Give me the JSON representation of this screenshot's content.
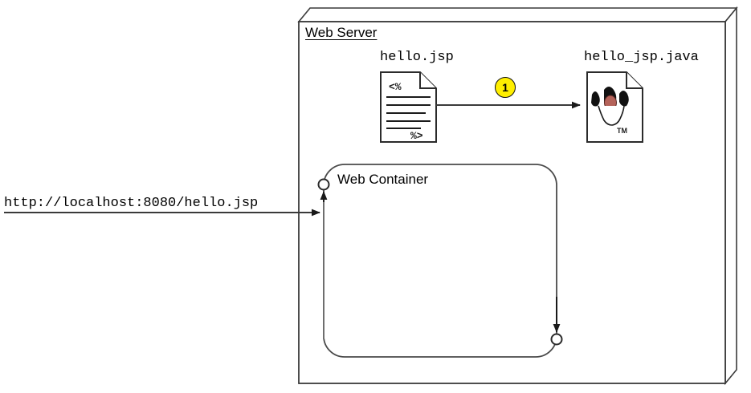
{
  "diagram": {
    "type": "jsp-request-lifecycle",
    "background_color": "#ffffff",
    "line_color": "#3a3a3a",
    "container": {
      "name": "web-server",
      "title": "Web Server",
      "style": "3d-box",
      "title_underlined": true
    },
    "inner_container": {
      "name": "web-container",
      "title": "Web Container",
      "style": "rounded-rect",
      "ports": [
        {
          "name": "inbound-port",
          "position": "top-left",
          "shape": "circle"
        },
        {
          "name": "outbound-port",
          "position": "bottom-right",
          "shape": "circle"
        }
      ]
    },
    "nodes": [
      {
        "id": "jsp-file",
        "label": "hello.jsp",
        "icon": "jsp-document-icon",
        "icon_glyph_top": "<%",
        "icon_glyph_bottom": "%>"
      },
      {
        "id": "java-file",
        "label": "hello_jsp.java",
        "icon": "java-document-icon",
        "icon_mark": "TM"
      }
    ],
    "edges": [
      {
        "id": "request-edge",
        "label": "http://localhost:8080/hello.jsp",
        "from": "browser",
        "to": "web-container-inbound-port",
        "direction": "right"
      },
      {
        "id": "translate-edge",
        "from": "jsp-file",
        "to": "java-file",
        "direction": "right",
        "step": "1"
      },
      {
        "id": "container-internal-edge",
        "from": "web-container-inbound-port",
        "to": "web-container-outbound-port",
        "direction": "down"
      }
    ],
    "steps": [
      {
        "number": "1",
        "badge_fill": "#ffef00",
        "badge_stroke": "#111111"
      }
    ],
    "colors": {
      "stroke": "#3a3a3a",
      "text": "#000000",
      "badge": "#ffef00",
      "java_cup": "#b5635a",
      "java_steam": "#000000"
    }
  }
}
